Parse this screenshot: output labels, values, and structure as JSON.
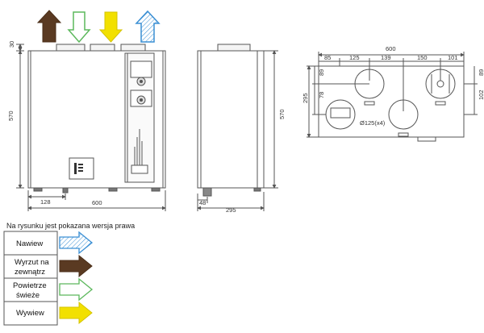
{
  "colors": {
    "exhaust": "#5a3a22",
    "fresh": "#5cb85c",
    "supply": "#f2e000",
    "extract": "#3a8fd4",
    "line": "#555555"
  },
  "front_view": {
    "dim_top": "30",
    "dim_height": "570",
    "dim_width": "600",
    "dim_offset": "128"
  },
  "side_view": {
    "dim_height": "570",
    "dim_depth": "295",
    "dim_offset": "48"
  },
  "top_view": {
    "dim_total": "600",
    "dim_segments": [
      "85",
      "125",
      "139",
      "150",
      "101"
    ],
    "dim_depth": "295",
    "dim_left_top": "89",
    "dim_left_mid": "78",
    "dim_right_top": "89",
    "dim_right_mid": "102",
    "diameter": "Ø125(x4)"
  },
  "note": "Na rysunku jest pokazana wersja prawa",
  "legend": [
    {
      "line1": "Nawiew",
      "line2": "",
      "icon": "blue-outline-arrow-icon"
    },
    {
      "line1": "Wyrzut na",
      "line2": "zewnątrz",
      "icon": "brown-arrow-icon"
    },
    {
      "line1": "Powietrze",
      "line2": "świeże",
      "icon": "green-outline-arrow-icon"
    },
    {
      "line1": "Wywiew",
      "line2": "",
      "icon": "yellow-arrow-icon"
    }
  ]
}
